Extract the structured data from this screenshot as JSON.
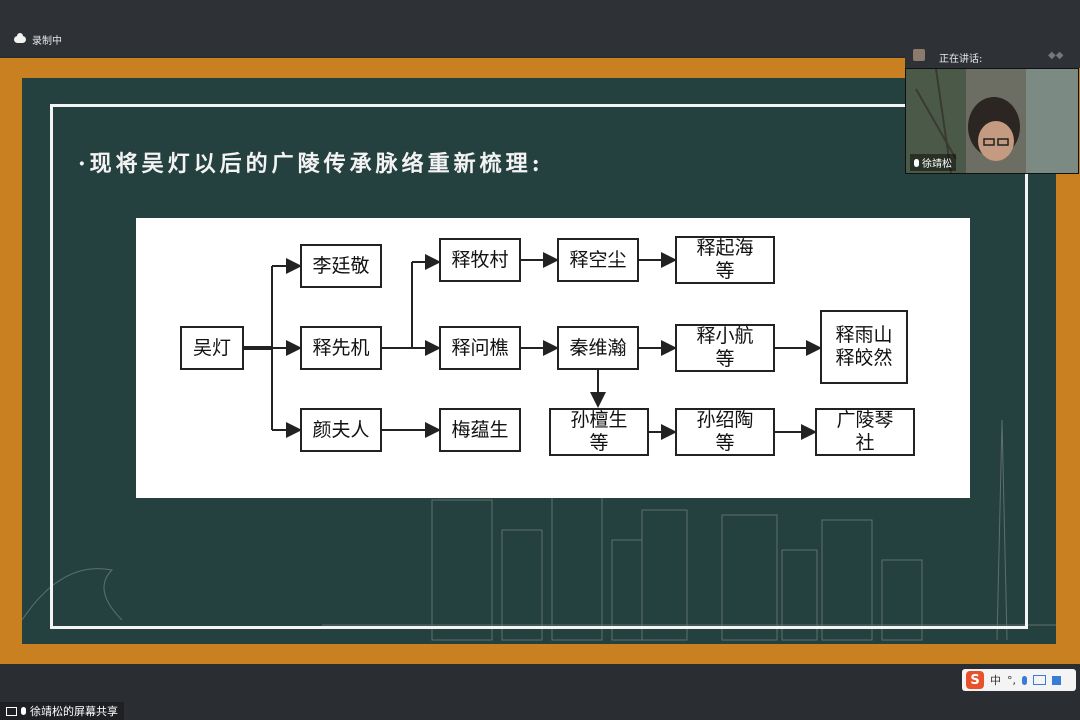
{
  "recording": {
    "label": "录制中"
  },
  "speaker": {
    "label": "正在讲话:",
    "name": "徐靖松"
  },
  "slide": {
    "title": "·现将吴灯以后的广陵传承脉络重新梳理:"
  },
  "diagram": {
    "nodes": {
      "wu_deng": "吴灯",
      "li_ting_jing": "李廷敬",
      "shi_xian_ji": "释先机",
      "yan_fu_ren": "颜夫人",
      "shi_mu_cun": "释牧村",
      "shi_wen_qiao": "释问樵",
      "mei_yun_sheng": "梅蕴生",
      "shi_kong_chen": "释空尘",
      "qin_wei_han": "秦维瀚",
      "sun_tan_sheng": "孙檀生\n等",
      "shi_qi_hai": "释起海\n等",
      "shi_xiao_hang": "释小航\n等",
      "sun_shao_tao": "孙绍陶\n等",
      "shi_yu_shan": "释雨山\n释皎然",
      "guangling_qinshe": "广陵琴\n社"
    }
  },
  "share": {
    "label": "徐靖松的屏幕共享"
  },
  "ime": {
    "lang": "中",
    "punct": "°,"
  }
}
